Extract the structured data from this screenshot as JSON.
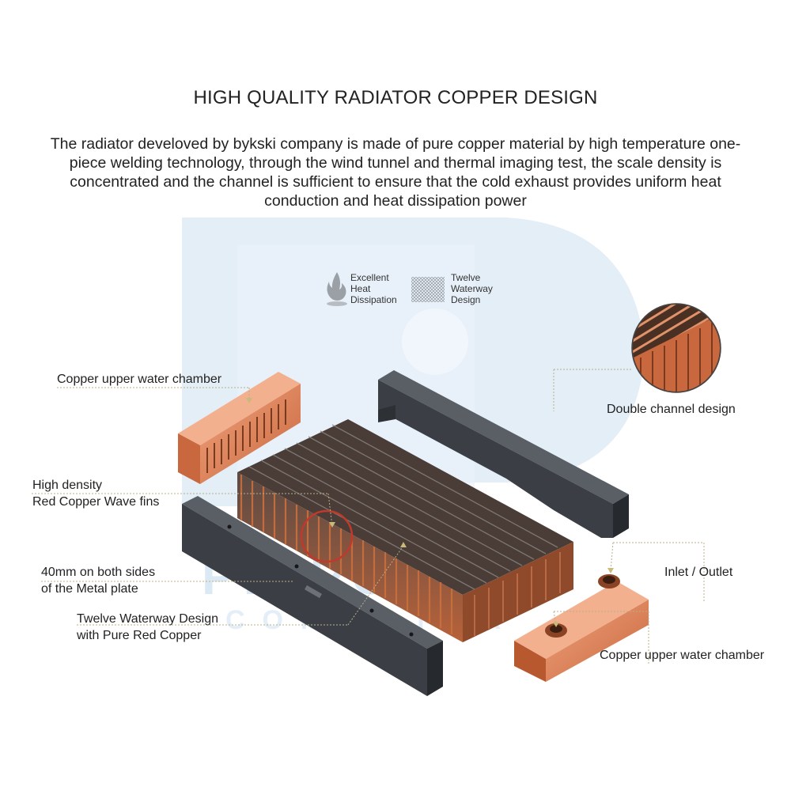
{
  "header": {
    "title": "HIGH QUALITY RADIATOR COPPER DESIGN",
    "description": "The radiator develoved by bykski company is made of pure copper material by high temperature one-piece welding technology, through the wind tunnel and thermal imaging test, the scale density is concentrated and the channel is sufficient to ensure that the cold exhaust provides uniform heat conduction and heat dissipation power"
  },
  "features": [
    {
      "icon": "flame-icon",
      "line1": "Excellent",
      "line2": "Heat",
      "line3": "Dissipation"
    },
    {
      "icon": "waterway-pattern-icon",
      "line1": "Twelve",
      "line2": "Waterway",
      "line3": "Design"
    }
  ],
  "labels": {
    "copper_upper_left": "Copper upper water chamber",
    "fins_line1": "High density",
    "fins_line2": "Red Copper Wave fins",
    "plate_line1": "40mm on both sides",
    "plate_line2": "of the Metal plate",
    "waterway_line1": "Twelve Waterway Design",
    "waterway_line2": "with Pure Red Copper",
    "double_channel": "Double channel design",
    "inlet_outlet": "Inlet / Outlet",
    "copper_upper_right": "Copper upper water chamber"
  },
  "watermark": {
    "main": "PINPOINT",
    "sub": "COMPUTER"
  },
  "colors": {
    "copper": "#d9825a",
    "copper_dark": "#a9512f",
    "plate": "#3b3f45",
    "plate_dark": "#26292e",
    "watermark": "#dde9f4",
    "red_circle": "#c0392b"
  }
}
